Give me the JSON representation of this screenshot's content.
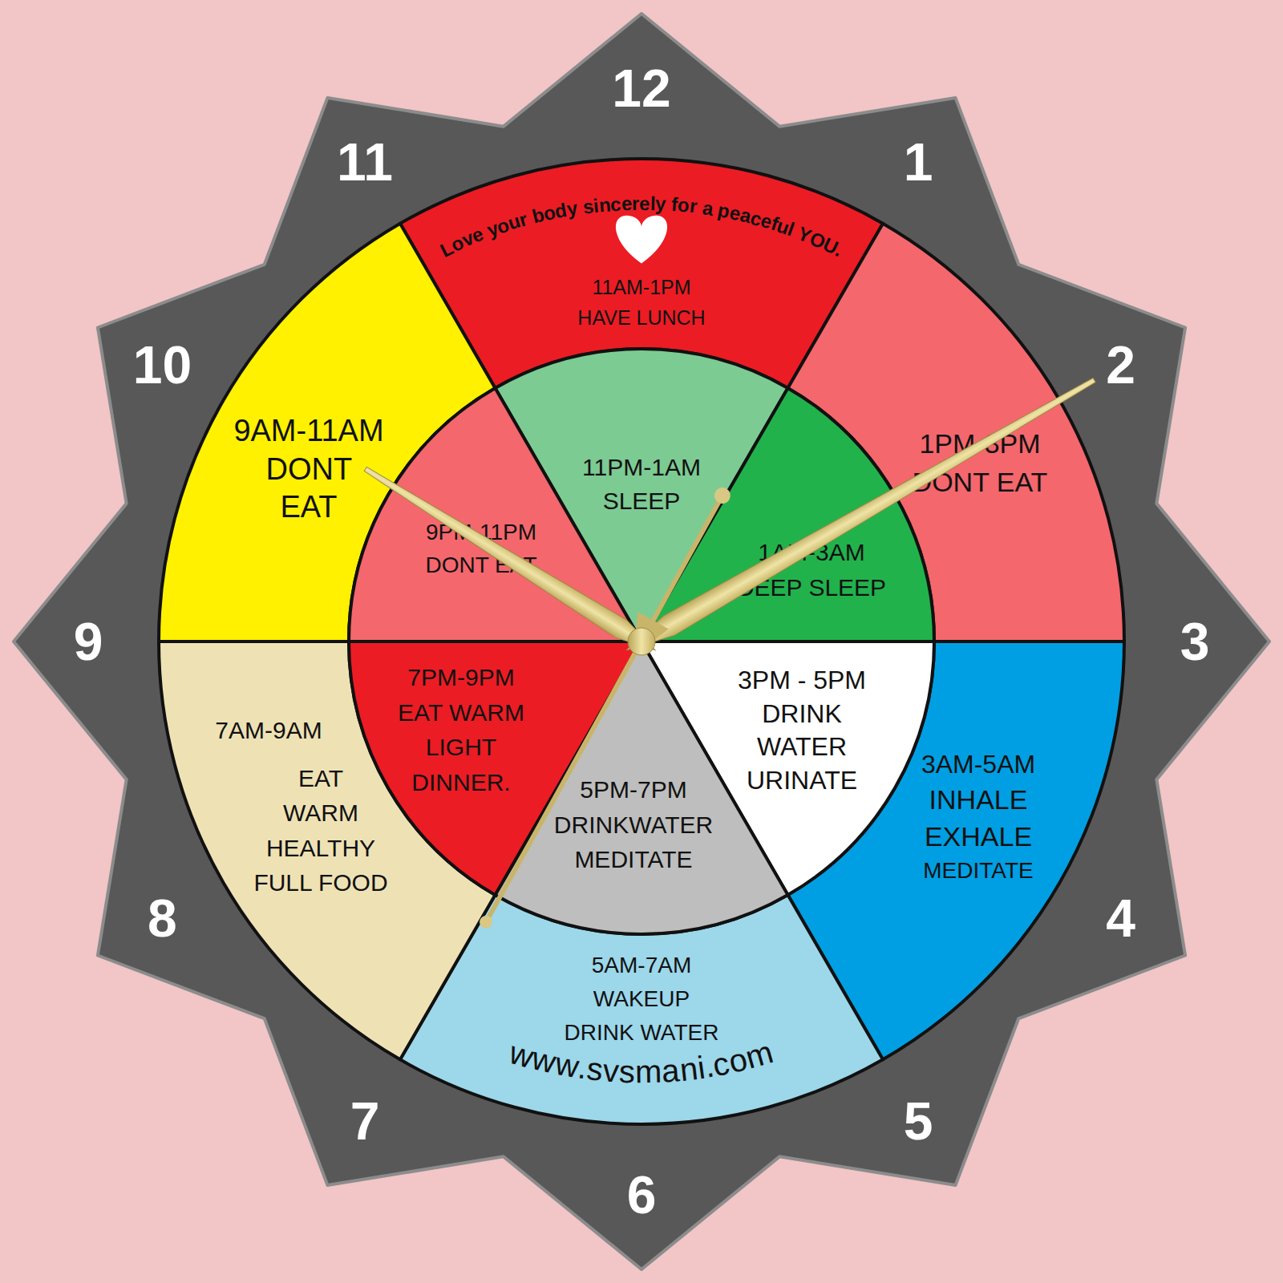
{
  "diagram": {
    "nodes": [
      {
        "text": [
          "Love your body sincerely for a peaceful YOU.",
          "11AM-1PM",
          "HAVE LUNCH"
        ]
      },
      {
        "text": [
          "1PM-3PM",
          "DONT EAT"
        ]
      },
      {
        "text": [
          "3AM-5AM",
          "INHALE EXHALE",
          "MEDITATE"
        ]
      },
      {
        "text": [
          "5AM-7AM",
          "WAKEUP",
          "DRINK WATER",
          "www.svsmani.com"
        ]
      },
      {
        "text": [
          "7AM-9AM",
          "EAT",
          "WARM",
          "HEALTHY",
          "FULL FOOD"
        ]
      },
      {
        "text": [
          "9AM-11AM",
          "DONT EAT"
        ]
      },
      {
        "text": [
          "11PM-1AM",
          "SLEEP"
        ]
      },
      {
        "text": [
          "1AM-3AM",
          "DEEP SLEEP"
        ]
      },
      {
        "text": [
          "3PM - 5PM",
          "DRINK WATER URINATE"
        ]
      },
      {
        "text": [
          "5PM-7PM",
          "DRINKWATER MEDITATE"
        ]
      },
      {
        "text": [
          "7PM-9PM",
          "EAT WARM",
          "LIGHT",
          "DINNER."
        ]
      },
      {
        "text": [
          "9PM-11PM",
          "DONT EAT"
        ]
      }
    ],
    "labels": [
      "12",
      "1",
      "2",
      "3",
      "4",
      "5",
      "6",
      "7",
      "8",
      "9",
      "10",
      "11"
    ]
  }
}
